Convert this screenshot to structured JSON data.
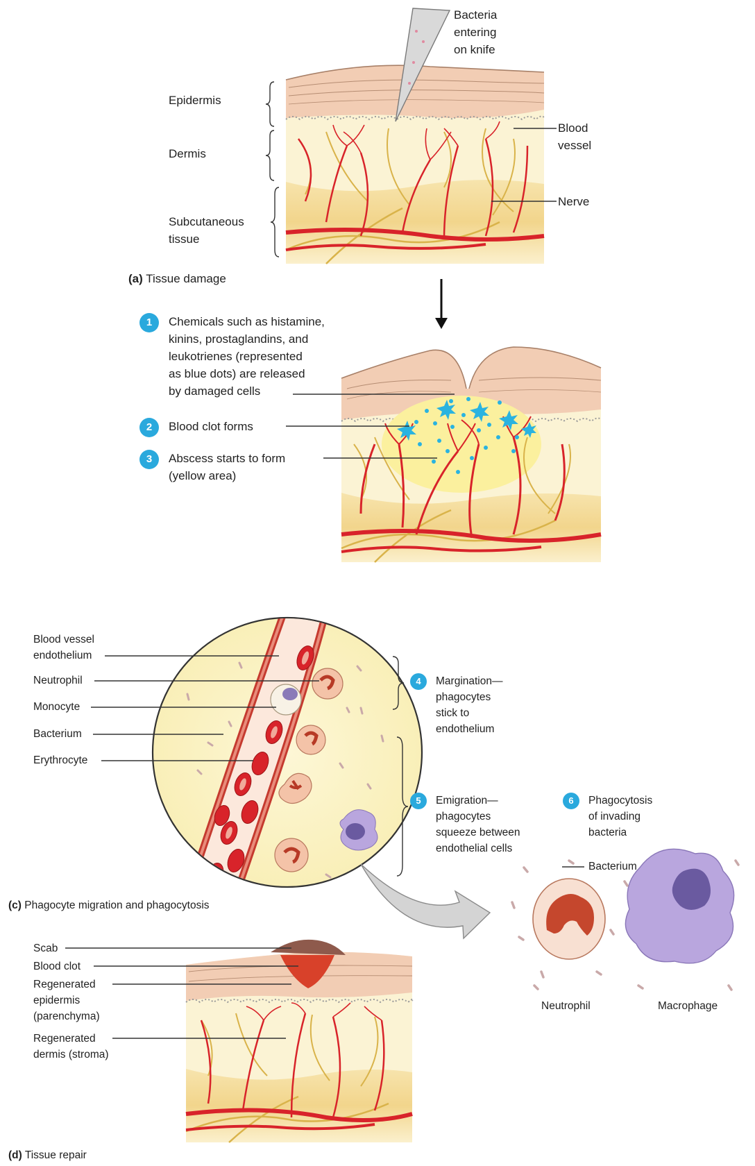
{
  "panel_a": {
    "caption_letter": "(a)",
    "caption_text": "Tissue damage",
    "labels": {
      "knife": "Bacteria\nentering\non knife",
      "epidermis": "Epidermis",
      "dermis": "Dermis",
      "subcutaneous": "Subcutaneous\ntissue",
      "blood_vessel": "Blood\nvessel",
      "nerve": "Nerve"
    }
  },
  "panel_b": {
    "steps": [
      {
        "num": "1",
        "text": "Chemicals such as histamine,\nkinins, prostaglandins, and\nleukotrienes (represented\nas blue dots) are released\nby damaged cells"
      },
      {
        "num": "2",
        "text": "Blood clot forms"
      },
      {
        "num": "3",
        "text": "Abscess starts to form\n(yellow area)"
      }
    ]
  },
  "panel_c": {
    "caption_letter": "(c)",
    "caption_text": "Phagocyte migration and phagocytosis",
    "left_labels": {
      "endothelium": "Blood vessel\nendothelium",
      "neutrophil": "Neutrophil",
      "monocyte": "Monocyte",
      "bacterium": "Bacterium",
      "erythrocyte": "Erythrocyte"
    },
    "steps": [
      {
        "num": "4",
        "text": "Margination—\nphagocytes\nstick to\nendothelium"
      },
      {
        "num": "5",
        "text": "Emigration—\nphagocytes\nsqueeze between\nendothelial cells"
      },
      {
        "num": "6",
        "text": "Phagocytosis\nof invading\nbacteria"
      }
    ],
    "inset_labels": {
      "bacterium": "Bacterium",
      "neutrophil": "Neutrophil",
      "macrophage": "Macrophage"
    }
  },
  "panel_d": {
    "caption_letter": "(d)",
    "caption_text": "Tissue repair",
    "labels": {
      "scab": "Scab",
      "blood_clot": "Blood clot",
      "regen_epidermis": "Regenerated\nepidermis\n(parenchyma)",
      "regen_dermis": "Regenerated\ndermis (stroma)"
    }
  },
  "colors": {
    "epidermis": "#f2cdb4",
    "dermis": "#fbf3d4",
    "subcutaneous": "#f5dfa0",
    "vessel": "#d8232a",
    "nerve": "#d9b34a",
    "chemical": "#2ab3e0",
    "step_badge": "#2aa9dd",
    "macrophage": "#b9a6de",
    "neutrophil_body": "#f6c9b2",
    "neutrophil_nucleus": "#c5472d",
    "scab": "#8e5a4c"
  }
}
